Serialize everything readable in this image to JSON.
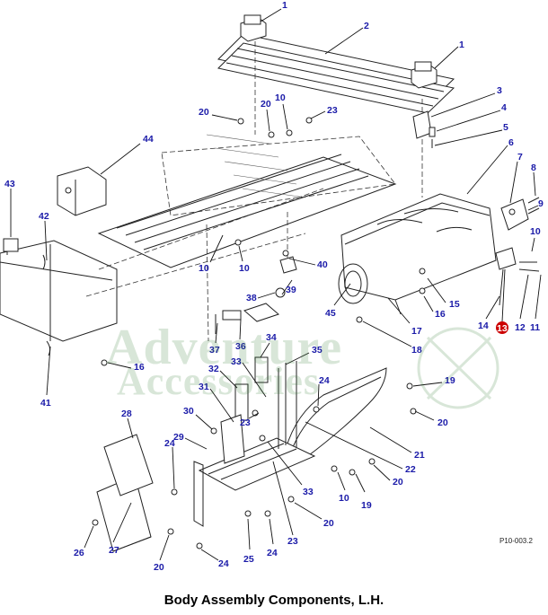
{
  "caption": "Body Assembly Components, L.H.",
  "figure_id": "P10-003.2",
  "watermark": {
    "line1": "Adventure",
    "line2": "Accessories"
  },
  "callout_color": "#1a1aa8",
  "highlight_color": "#cc0000",
  "callouts": [
    {
      "label": "1"
    },
    {
      "label": "2"
    },
    {
      "label": "1"
    },
    {
      "label": "3"
    },
    {
      "label": "4"
    },
    {
      "label": "5"
    },
    {
      "label": "6"
    },
    {
      "label": "7"
    },
    {
      "label": "8"
    },
    {
      "label": "9"
    },
    {
      "label": "10"
    },
    {
      "label": "12"
    },
    {
      "label": "11"
    },
    {
      "label": "13"
    },
    {
      "label": "14"
    },
    {
      "label": "15"
    },
    {
      "label": "16"
    },
    {
      "label": "17"
    },
    {
      "label": "18"
    },
    {
      "label": "20"
    },
    {
      "label": "20"
    },
    {
      "label": "10"
    },
    {
      "label": "23"
    },
    {
      "label": "44"
    },
    {
      "label": "43"
    },
    {
      "label": "42"
    },
    {
      "label": "40"
    },
    {
      "label": "39"
    },
    {
      "label": "10"
    },
    {
      "label": "10"
    },
    {
      "label": "38"
    },
    {
      "label": "45"
    },
    {
      "label": "37"
    },
    {
      "label": "36"
    },
    {
      "label": "34"
    },
    {
      "label": "35"
    },
    {
      "label": "16"
    },
    {
      "label": "41"
    },
    {
      "label": "33"
    },
    {
      "label": "32"
    },
    {
      "label": "24"
    },
    {
      "label": "19"
    },
    {
      "label": "31"
    },
    {
      "label": "23"
    },
    {
      "label": "20"
    },
    {
      "label": "30"
    },
    {
      "label": "28"
    },
    {
      "label": "29"
    },
    {
      "label": "21"
    },
    {
      "label": "24"
    },
    {
      "label": "22"
    },
    {
      "label": "20"
    },
    {
      "label": "33"
    },
    {
      "label": "10"
    },
    {
      "label": "19"
    },
    {
      "label": "27"
    },
    {
      "label": "26"
    },
    {
      "label": "20"
    },
    {
      "label": "20"
    },
    {
      "label": "23"
    },
    {
      "label": "25"
    },
    {
      "label": "24"
    },
    {
      "label": "24"
    }
  ]
}
